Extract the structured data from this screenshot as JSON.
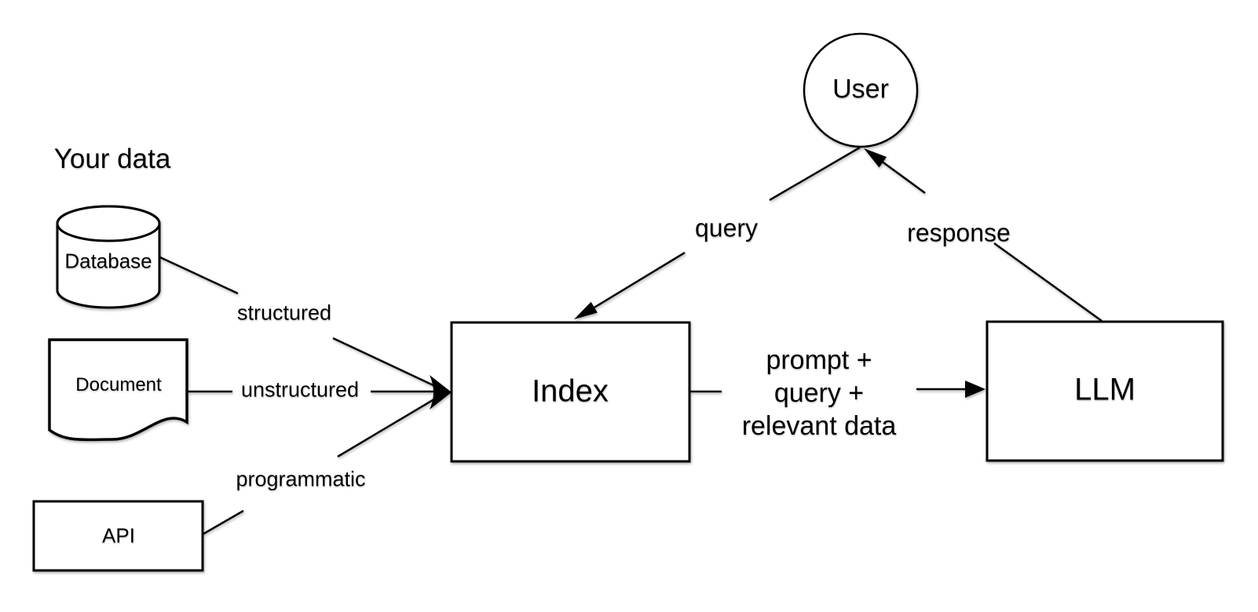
{
  "diagram": {
    "section_label": "Your data",
    "nodes": [
      {
        "id": "database",
        "label": "Database",
        "shape": "cylinder"
      },
      {
        "id": "document",
        "label": "Document",
        "shape": "document"
      },
      {
        "id": "api",
        "label": "API",
        "shape": "rectangle"
      },
      {
        "id": "index",
        "label": "Index",
        "shape": "rectangle"
      },
      {
        "id": "user",
        "label": "User",
        "shape": "circle"
      },
      {
        "id": "llm",
        "label": "LLM",
        "shape": "rectangle"
      }
    ],
    "edges": [
      {
        "from": "database",
        "to": "index",
        "label": "structured"
      },
      {
        "from": "document",
        "to": "index",
        "label": "unstructured"
      },
      {
        "from": "api",
        "to": "index",
        "label": "programmatic"
      },
      {
        "from": "user",
        "to": "index",
        "label": "query"
      },
      {
        "from": "index",
        "to": "llm",
        "label": "prompt + query + relevant data",
        "label_lines": [
          "prompt +",
          "query +",
          "relevant data"
        ]
      },
      {
        "from": "llm",
        "to": "user",
        "label": "response"
      }
    ],
    "colors": {
      "stroke": "#000000",
      "fill": "#ffffff",
      "background": "#ffffff"
    }
  }
}
